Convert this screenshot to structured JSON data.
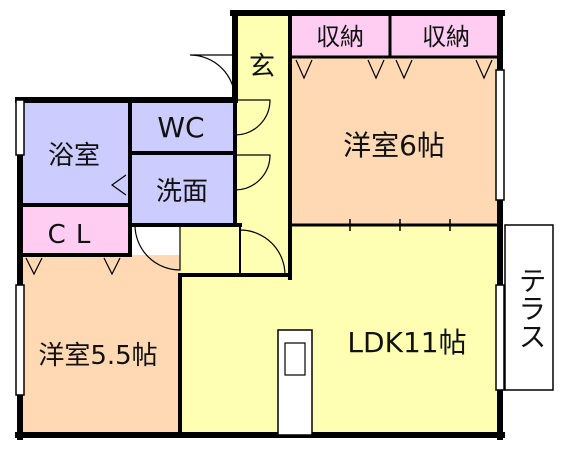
{
  "rooms": {
    "genkan": "玄",
    "storage_left": "収納",
    "storage_right": "収納",
    "wc": "WC",
    "bath": "浴室",
    "washroom": "洗面",
    "closet": "CL",
    "western_6": "洋室6帖",
    "western_55": "洋室5.5帖",
    "ldk": "LDK11帖",
    "terrace": "テラス"
  },
  "colors": {
    "wall": "#000000",
    "western_room": "#ffd9b3",
    "ldk_hall": "#ffffb3",
    "bath_wc": "#ccccff",
    "storage": "#ffccf2",
    "terrace": "#ffffff"
  }
}
